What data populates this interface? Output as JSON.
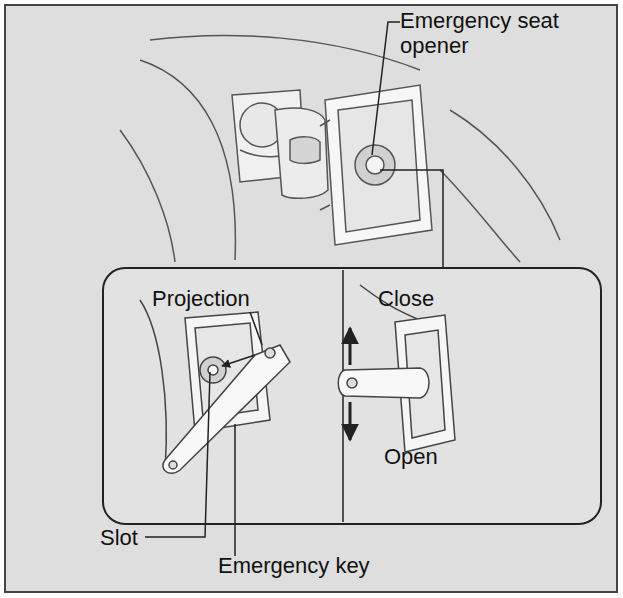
{
  "diagram": {
    "labels": [
      "Emergency seat opener",
      "Projection",
      "Close",
      "Open",
      "Slot",
      "Emergency key"
    ]
  }
}
